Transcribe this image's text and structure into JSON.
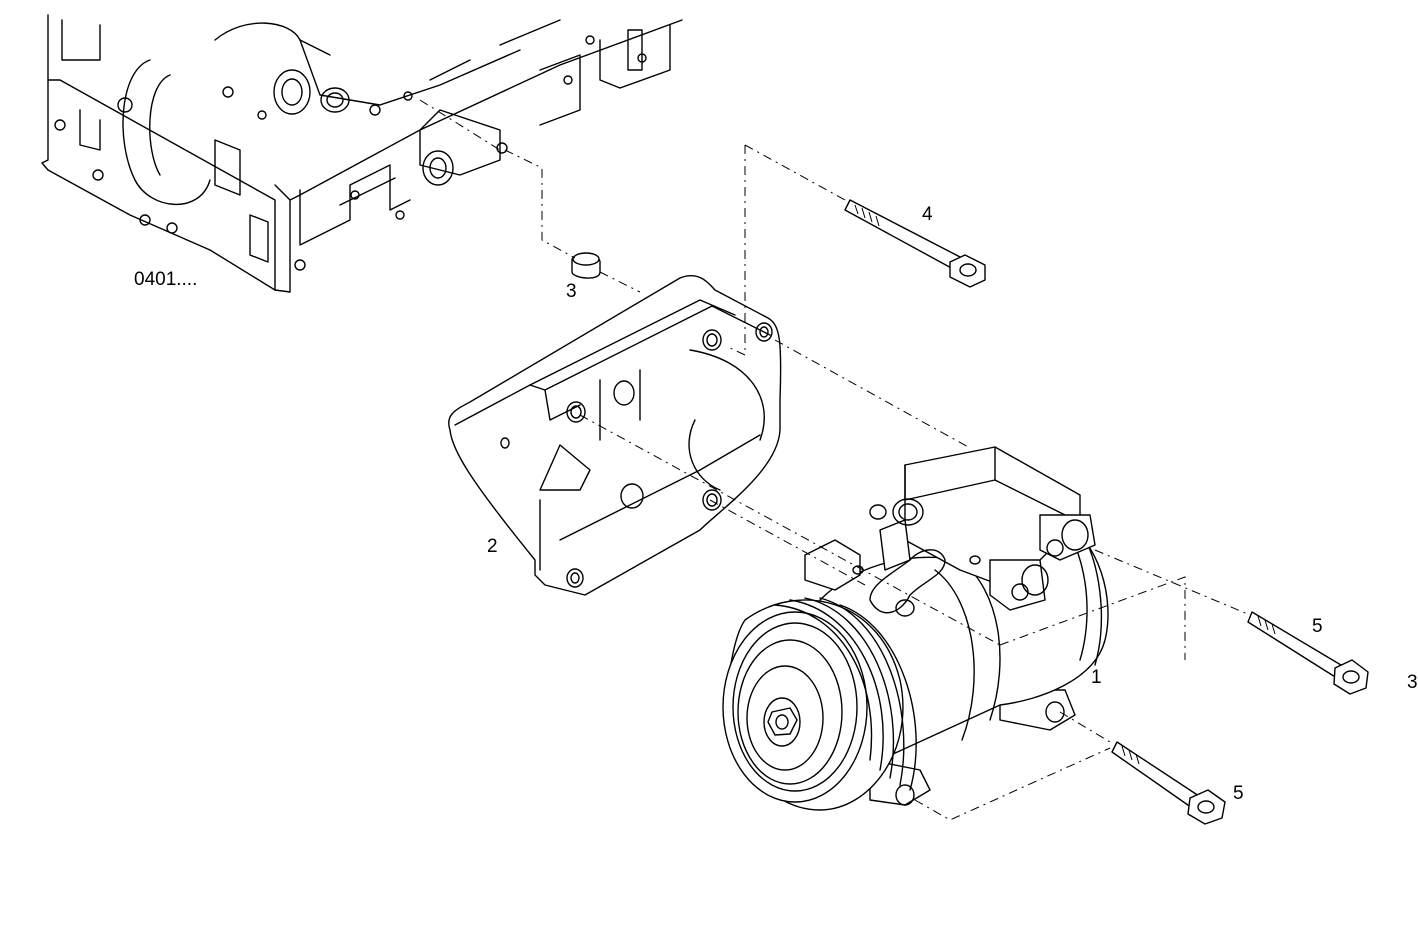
{
  "diagram": {
    "callouts": {
      "engine_ref": "0401....",
      "compressor": "1",
      "bracket": "2",
      "bushing": "3",
      "upper_bolt": "4",
      "lower_bolt_right": "5",
      "lower_bolt_bottom": "5",
      "edge_ref": "3"
    }
  }
}
